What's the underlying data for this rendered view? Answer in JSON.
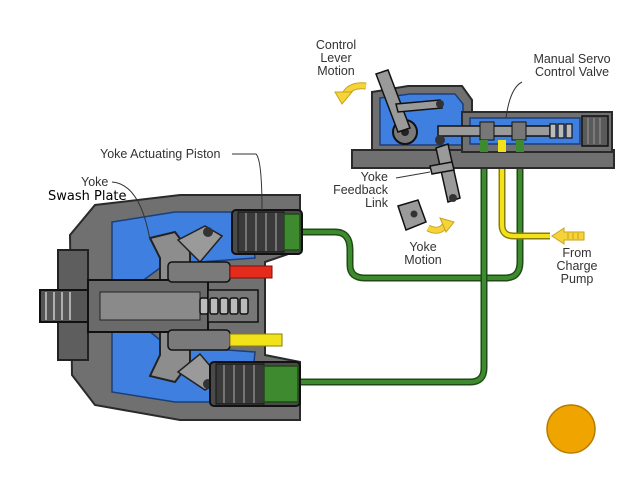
{
  "labels": {
    "control_lever_motion": "Control\nLever\nMotion",
    "manual_servo_valve": "Manual Servo\nControl Valve",
    "yoke_actuating_piston": "Yoke Actuating Piston",
    "yoke": "Yoke",
    "swash_plate": "Swash Plate",
    "yoke_feedback_link": "Yoke\nFeedback\nLink",
    "yoke_motion": "Yoke\nMotion",
    "from_charge_pump": "From\nCharge\nPump"
  },
  "colors": {
    "housing_gray": "#6e6e6e",
    "oil_blue": "#3f7fe0",
    "line_green": "#3e8a2e",
    "line_yellow": "#f2e21a",
    "line_red": "#e52b1c",
    "arrow_yellow": "#f5d43a",
    "marker_orange": "#f0a400"
  },
  "icons": {
    "control_lever_arrow": "curved-arrow-icon",
    "yoke_motion_arrow": "curved-arrow-icon",
    "charge_pump_arrow": "striped-arrow-icon",
    "corner_marker": "orange-circle-icon"
  }
}
